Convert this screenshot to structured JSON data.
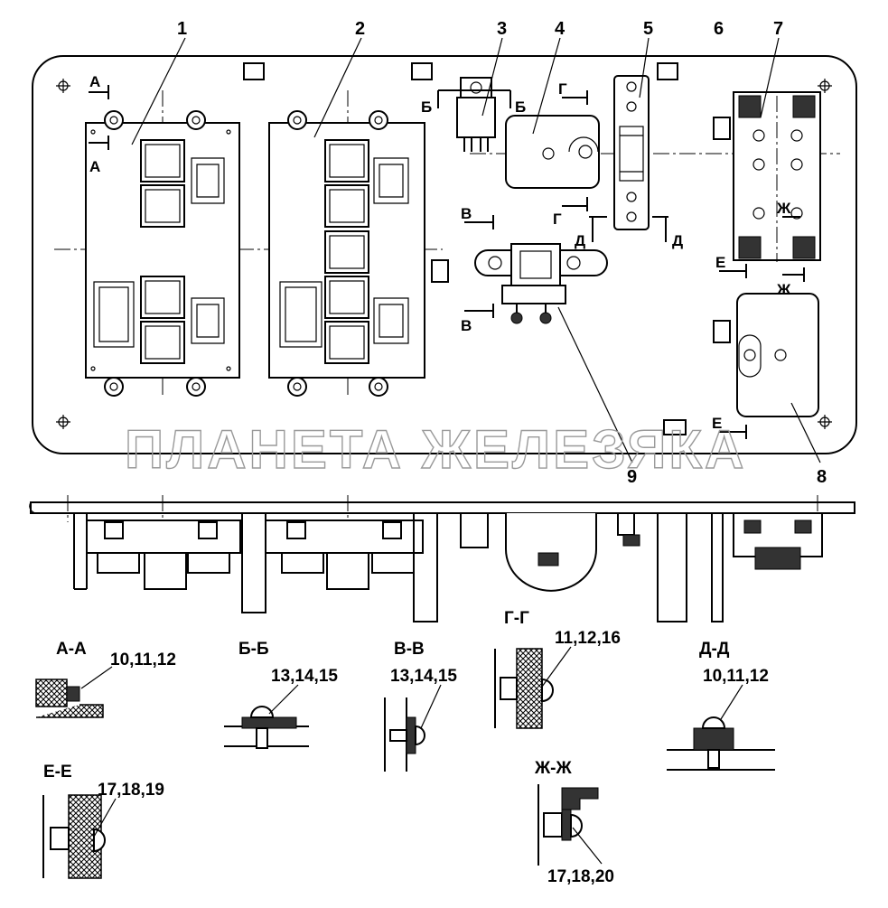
{
  "callouts": [
    "1",
    "2",
    "3",
    "4",
    "5",
    "6",
    "7",
    "8",
    "9"
  ],
  "section_markers": {
    "a": "А",
    "b": "Б",
    "v": "В",
    "g": "Г",
    "d": "Д",
    "e": "Е",
    "zh": "Ж"
  },
  "sections": [
    {
      "title": "А-А",
      "parts": "10,11,12"
    },
    {
      "title": "Б-Б",
      "parts": "13,14,15"
    },
    {
      "title": "В-В",
      "parts": "13,14,15"
    },
    {
      "title": "Г-Г",
      "parts": "11,12,16"
    },
    {
      "title": "Д-Д",
      "parts": "10,11,12"
    },
    {
      "title": "Е-Е",
      "parts": "17,18,19"
    },
    {
      "title": "Ж-Ж",
      "parts": "17,18,20"
    }
  ],
  "watermark": "ПЛАНЕТА ЖЕЛЕЗЯКА"
}
